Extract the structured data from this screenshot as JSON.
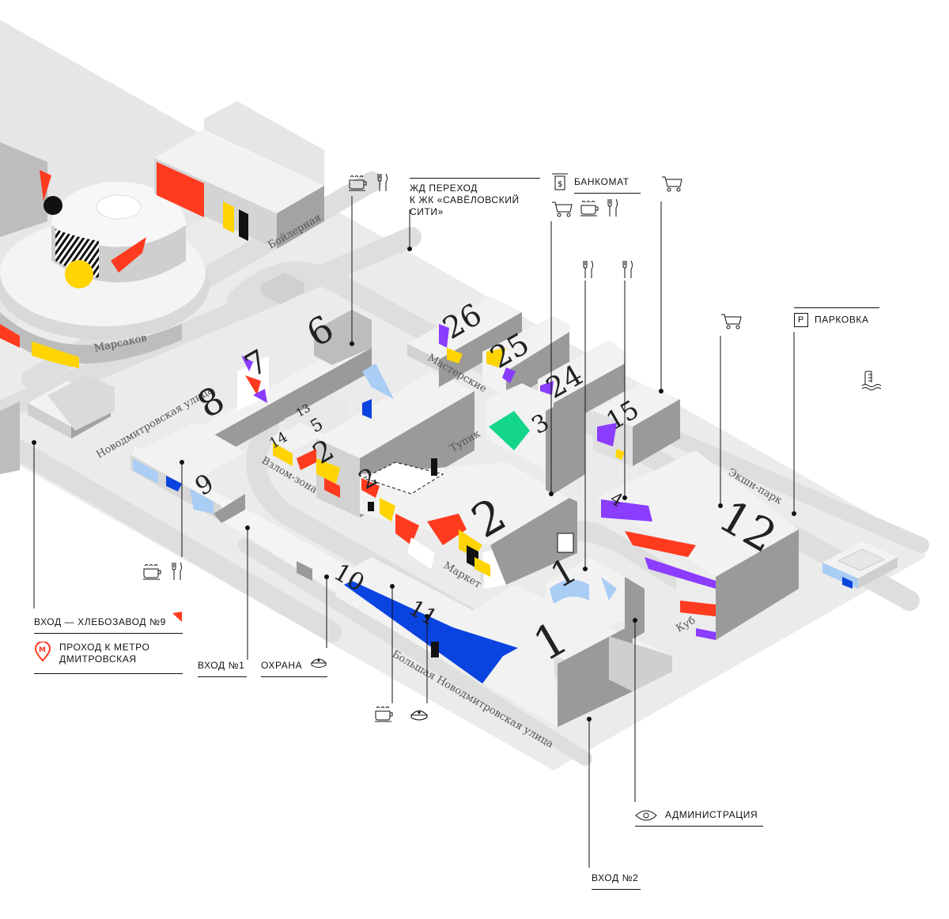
{
  "colors": {
    "ground": "#ebebeb",
    "road": "#dcdcdc",
    "roof": "#f2f2f2",
    "wall_light": "#cfcfcf",
    "wall_dark": "#9a9a9a",
    "red": "#ff3b1f",
    "yellow": "#ffd400",
    "blue": "#0a44e0",
    "light_blue": "#a9cdf5",
    "purple": "#8a3cff",
    "green": "#14d68a",
    "black": "#111111"
  },
  "streets": {
    "marsakov": "Марсаков",
    "boilernaya": "Бойлерная",
    "novodmitrovskaya": "Новодмитровская улица",
    "masterskie": "Мастерские",
    "tupik": "Тупик",
    "vzlom_zona": "Взлом-зона",
    "market": "Маркет",
    "ekshn_park": "Экшн-парк",
    "kub": "Куб",
    "bolshaya_novodmitrovskaya": "Большая Новодмитровская улица"
  },
  "buildings": [
    "6",
    "7",
    "8",
    "9",
    "13",
    "5",
    "14",
    "2",
    "2",
    "2",
    "26",
    "25",
    "24",
    "3",
    "15",
    "4",
    "12",
    "1",
    "10",
    "11",
    "1"
  ],
  "labels": {
    "rail_crossing": "ЖД ПЕРЕХОД\nК ЖК «САВЁЛОВСКИЙ\nСИТИ»",
    "atm": "БАНКОМАТ",
    "parking": "ПАРКОВКА",
    "entrance_9": "ВХОД — ХЛЕБОЗАВОД №9",
    "metro": "ПРОХОД К МЕТРО\nДМИТРОВСКАЯ",
    "entrance_1": "ВХОД №1",
    "security": "ОХРАНА",
    "administration": "АДМИНИСТРАЦИЯ",
    "entrance_2": "ВХОД №2",
    "parking_letter": "P",
    "atm_symbol": "$",
    "metro_letter": "М"
  },
  "icons": [
    "coffee-cup-icon",
    "fork-knife-icon",
    "cart-icon",
    "atm-icon",
    "parking-icon",
    "water-icon",
    "metro-icon",
    "flag-icon",
    "eye-icon",
    "guard-cap-icon"
  ]
}
